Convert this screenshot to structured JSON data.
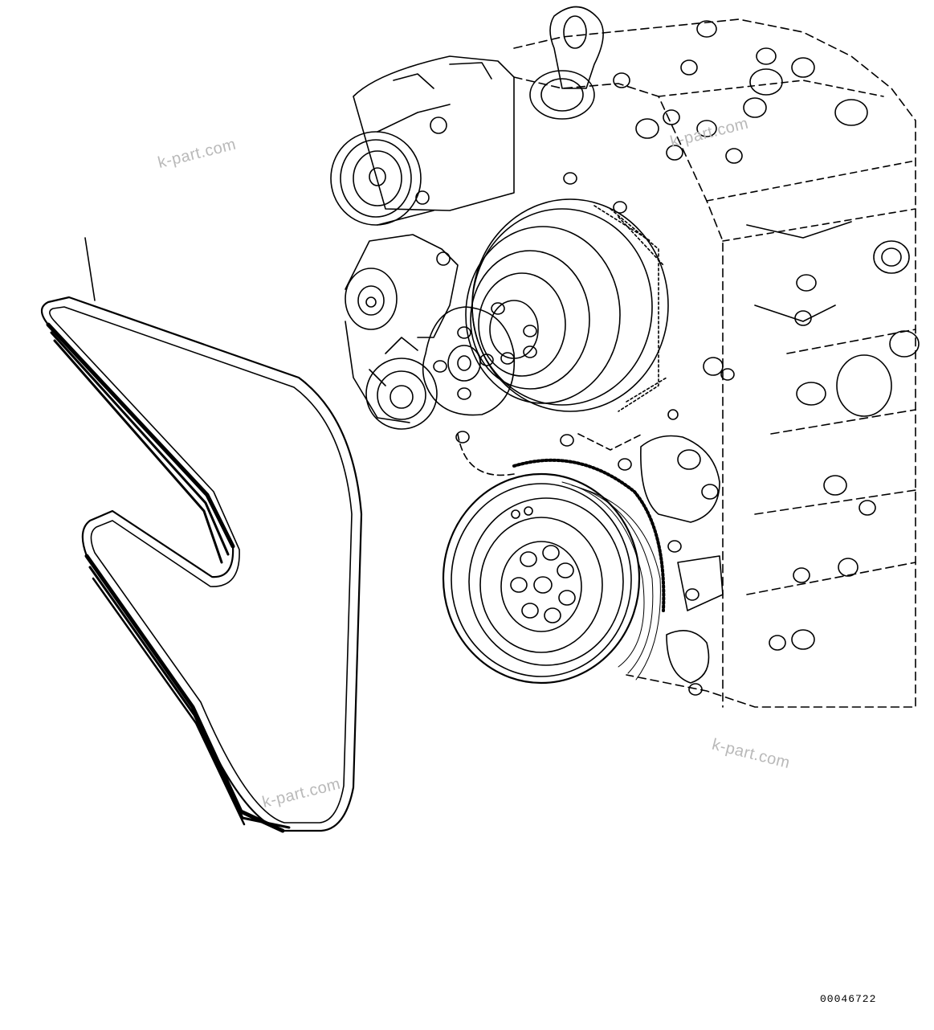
{
  "watermarks": [
    "k-part.com",
    "k-part.com",
    "k-part.com",
    "k-part.com"
  ],
  "figure_number": "00046722",
  "colors": {
    "line": "#000000",
    "background": "#ffffff",
    "watermark": "#b9b9b9"
  }
}
